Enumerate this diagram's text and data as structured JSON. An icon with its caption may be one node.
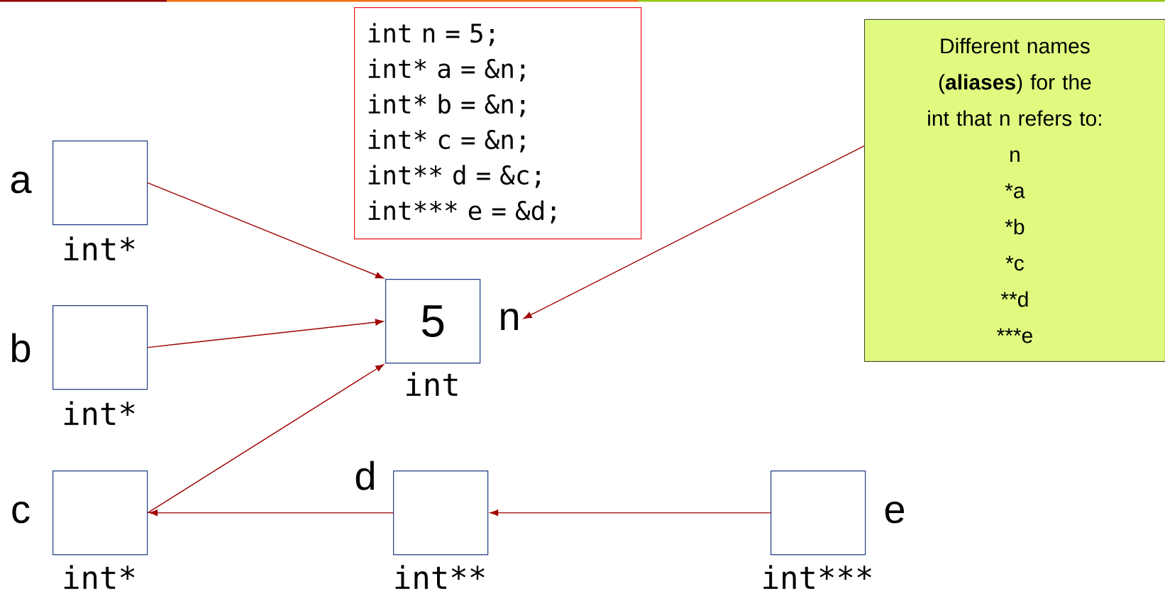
{
  "diagram": {
    "nodes": [
      {
        "text": [
          "int n = 5;",
          "int* a = &n;",
          "int* b = &n;",
          "int* c = &n;",
          "int** d = &c;",
          "int*** e = &d;"
        ]
      },
      {
        "text": [
          "Different names (**aliases**) for the int that n refers to:",
          "n",
          "*a",
          "*b",
          "*c",
          "**d",
          "***e"
        ]
      },
      {
        "text": [],
        "shape": "box",
        "beside": [
          "a",
          "int*"
        ]
      },
      {
        "text": [],
        "shape": "box",
        "beside": [
          "b",
          "int*"
        ]
      },
      {
        "text": [],
        "shape": "box",
        "beside": [
          "c",
          "int*"
        ]
      },
      {
        "text": [
          "5"
        ],
        "beside": [
          "int"
        ]
      },
      {
        "text": [
          "n"
        ]
      },
      {
        "text": [],
        "shape": "box",
        "beside": [
          "d",
          "int**"
        ]
      },
      {
        "text": [],
        "shape": "box",
        "beside": [
          "e",
          "int***"
        ]
      }
    ],
    "edges": [
      {
        "from": 2,
        "to": 5,
        "arrow": "to"
      },
      {
        "from": 3,
        "to": 5,
        "arrow": "to"
      },
      {
        "from": 4,
        "to": 5,
        "arrow": "to"
      },
      {
        "from": 7,
        "to": 4,
        "arrow": "to"
      },
      {
        "from": 8,
        "to": 7,
        "arrow": "to"
      },
      {
        "from": 1,
        "to": 6,
        "arrow": "to"
      }
    ]
  }
}
